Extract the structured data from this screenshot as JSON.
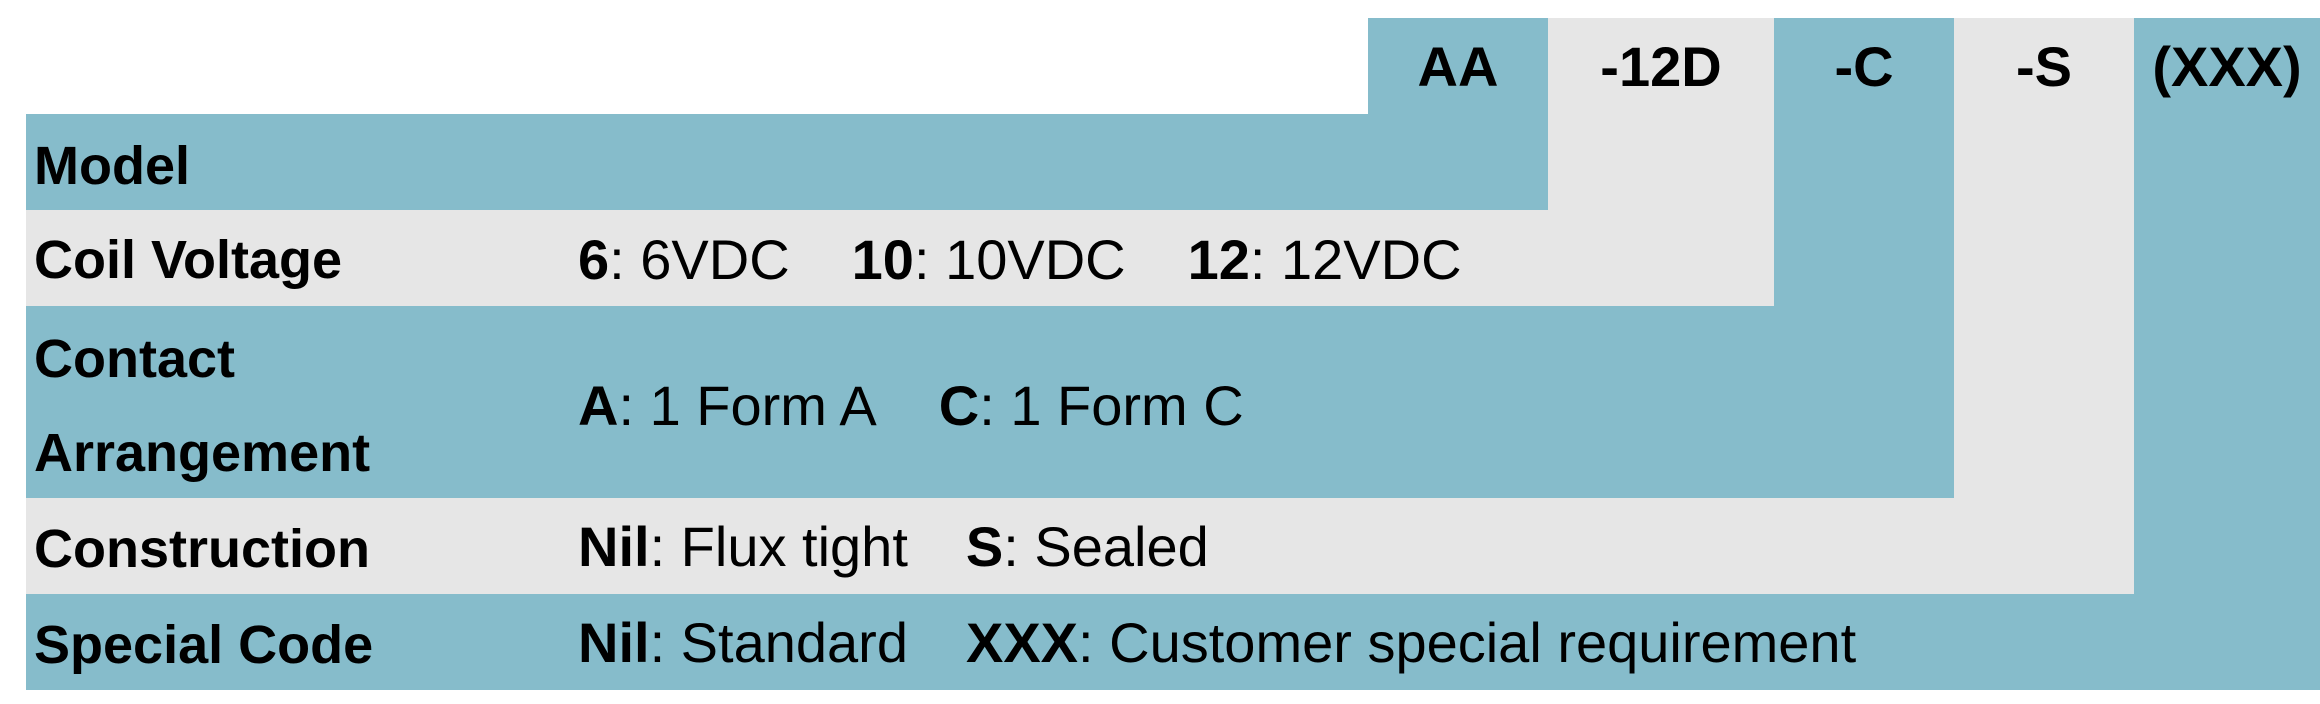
{
  "header_codes": [
    "AA",
    "-12D",
    "-C",
    "-S",
    "(XXX)"
  ],
  "rows": [
    {
      "label": "Model"
    },
    {
      "label": "Coil Voltage",
      "options": [
        {
          "code": "6",
          "desc": ": 6VDC"
        },
        {
          "code": "10",
          "desc": ": 10VDC"
        },
        {
          "code": "12",
          "desc": ": 12VDC"
        }
      ]
    },
    {
      "label_lines": [
        "Contact",
        "Arrangement"
      ],
      "options": [
        {
          "code": "A",
          "desc": ": 1 Form A"
        },
        {
          "code": "C",
          "desc": ": 1 Form C"
        }
      ]
    },
    {
      "label": "Construction",
      "options": [
        {
          "code": "Nil",
          "desc": ": Flux tight"
        },
        {
          "code": "S",
          "desc": ": Sealed"
        }
      ]
    },
    {
      "label": "Special Code",
      "options": [
        {
          "code": "Nil",
          "desc": ": Standard"
        },
        {
          "code": "XXX",
          "desc": ": Customer special requirement"
        }
      ]
    }
  ],
  "colors": {
    "blue": "#86bccb",
    "gray": "#e6e6e6"
  }
}
